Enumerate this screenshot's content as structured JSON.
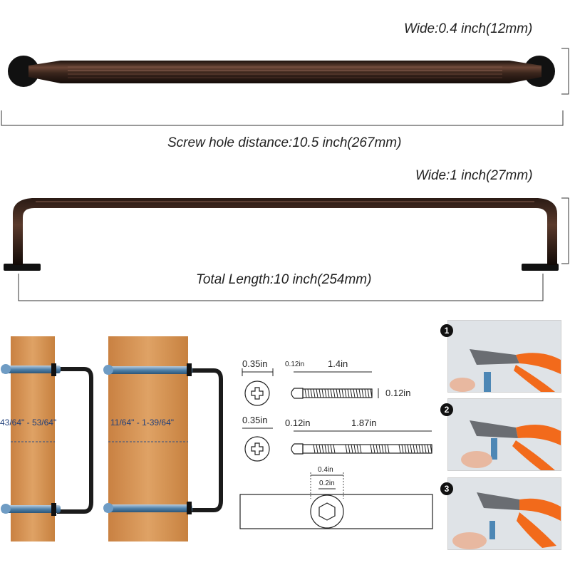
{
  "top_handle": {
    "width_label": "Wide:0.4 inch(12mm)",
    "screw_distance_label": "Screw hole distance:10.5 inch(267mm)"
  },
  "side_handle": {
    "width_label": "Wide:1 inch(27mm)",
    "total_length_label": "Total Length:10 inch(254mm)"
  },
  "install": {
    "door_thickness_1": "43/64\" - 53/64\"",
    "door_thickness_2": "11/64\" - 1-39/64\""
  },
  "screws": {
    "screw1": {
      "head_dia": "0.35in",
      "head_len": "0.12in",
      "length": "1.4in",
      "thread_dia": "0.12in"
    },
    "screw2": {
      "head_dia": "0.35in",
      "head_len": "0.12in",
      "length": "1.87in"
    },
    "hex_socket": {
      "outer": "0.4in",
      "inner": "0.2in"
    }
  },
  "steps": [
    {
      "number": "1"
    },
    {
      "number": "2"
    },
    {
      "number": "3"
    }
  ],
  "colors": {
    "bronze_dark": "#2a1a14",
    "bronze_mid": "#5a3a2c",
    "wood": "#d9954e",
    "screw_blue": "#5a8bb0",
    "plier_orange": "#f26a1b"
  }
}
